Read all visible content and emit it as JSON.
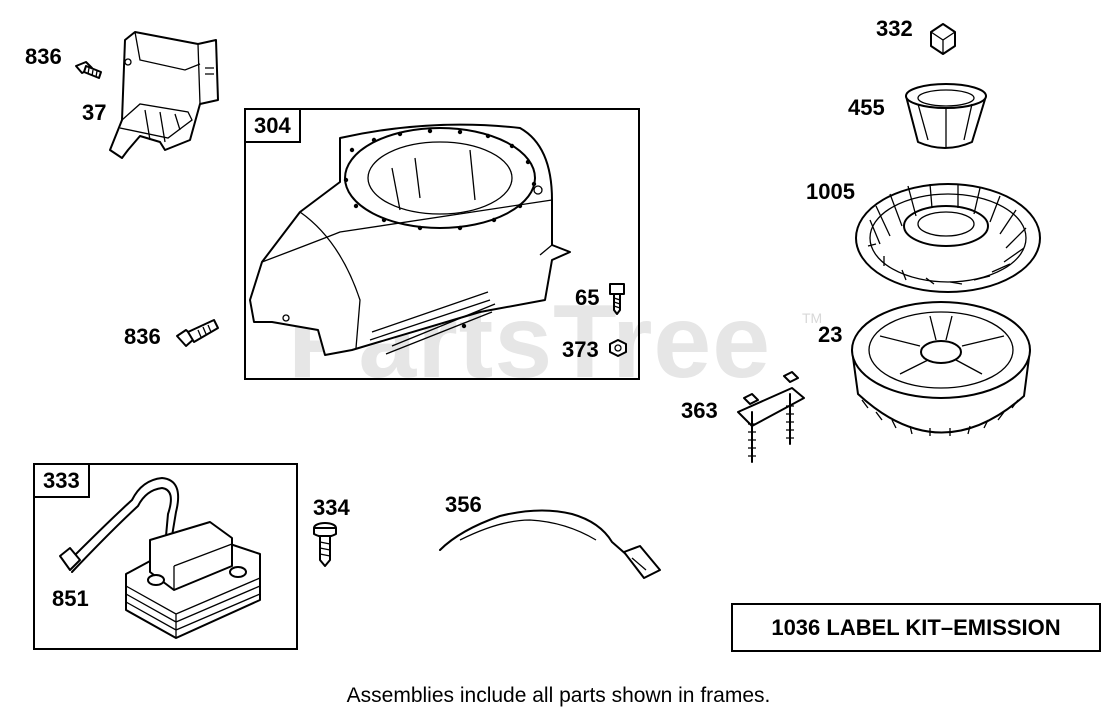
{
  "parts": {
    "p836_top": "836",
    "p37": "37",
    "p304": "304",
    "p65": "65",
    "p836_mid": "836",
    "p373": "373",
    "p332": "332",
    "p455": "455",
    "p1005": "1005",
    "p23": "23",
    "p363": "363",
    "p333": "333",
    "p851": "851",
    "p334": "334",
    "p356": "356"
  },
  "kit_label": "1036 LABEL KIT–EMISSION",
  "footer_note": "Assemblies include all parts shown in frames.",
  "watermark": {
    "text": "PartsTree",
    "tm": "TM"
  }
}
